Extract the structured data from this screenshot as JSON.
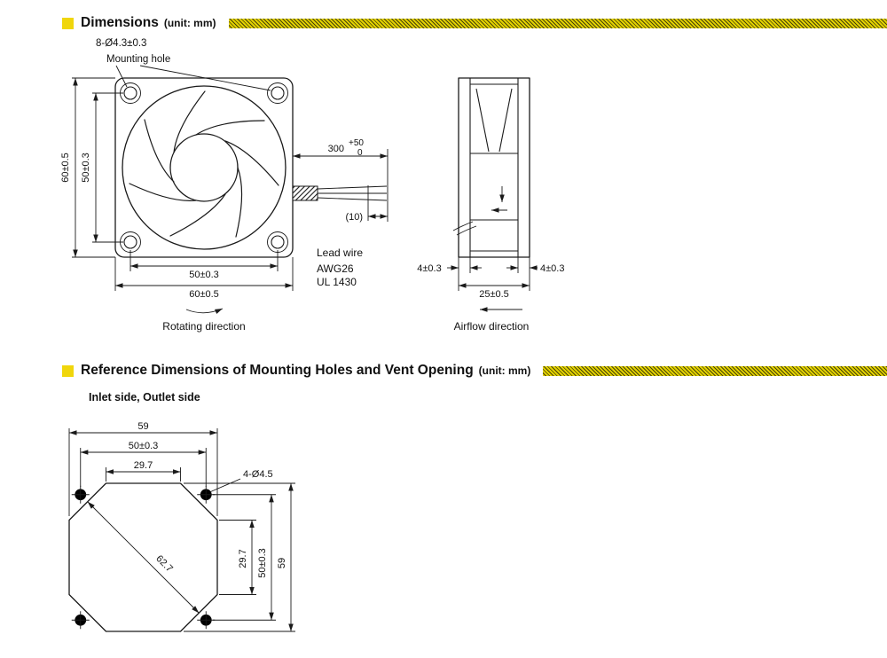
{
  "section1": {
    "title": "Dimensions",
    "unit": "(unit: mm)",
    "front": {
      "callout1": "8-Ø4.3±0.3",
      "callout2": "Mounting hole",
      "dim_left_outer": "60±0.5",
      "dim_left_inner": "50±0.3",
      "dim_bottom_inner": "50±0.3",
      "dim_bottom_outer": "60±0.5",
      "rotating": "Rotating direction"
    },
    "wire": {
      "length": "300",
      "tol_plus": "+50",
      "tol_zero": "0",
      "strip": "(10)",
      "l1": "Lead wire",
      "l2": "AWG26",
      "l3": "UL 1430"
    },
    "side": {
      "flange_left": "4±0.3",
      "flange_right": "4±0.3",
      "depth": "25±0.5",
      "airflow": "Airflow direction"
    }
  },
  "section2": {
    "title": "Reference Dimensions of Mounting Holes and Vent Opening",
    "unit": "(unit: mm)",
    "subtitle": "Inlet side, Outlet side",
    "vent": {
      "top_outer": "59",
      "top_mid": "50±0.3",
      "top_inner": "29.7",
      "holes": "4-Ø4.5",
      "diagonal": "62.7",
      "right_inner": "29.7",
      "right_mid": "50±0.3",
      "right_outer": "59"
    }
  },
  "colors": {
    "accent_yellow": "#f0d60c",
    "line": "#1a1a1a"
  }
}
